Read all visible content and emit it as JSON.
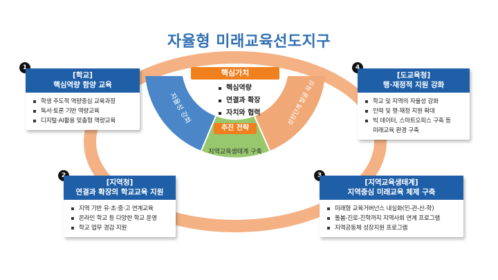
{
  "title": "자율형 미래교육선도지구",
  "center": {
    "header": "핵심가치",
    "values": [
      "핵심역량",
      "연결과 확장",
      "자치와 협력"
    ],
    "strategy_label": "추진 전략",
    "left_segment": "자율성 강화",
    "bottom_segment": "지역교육생태계 구축",
    "right_segment": "성장단계 발굴 육성"
  },
  "cards": [
    {
      "num": "1",
      "heading": "[학교]",
      "subheading": "핵심역량 함양 교육",
      "items": [
        "학생 주도적 역량중심 교육과정",
        "독서·토론 기반 역량교육",
        "디지털·AI활용 맞춤형 역량교육"
      ]
    },
    {
      "num": "2",
      "heading": "[지역청]",
      "subheading": "연결과 확장의 학교교육 지원",
      "items": [
        "지역 기반 유·초·중·고 연계교육",
        "온라인 학교 등 다양한 학교 운영",
        "학교 업무 경감 지원"
      ]
    },
    {
      "num": "3",
      "heading": "[지역교육생태계]",
      "subheading": "지역중심 미래교육 체제 구축",
      "items": [
        "미래형 교육거버넌스 내실화(민-관-산-학)",
        "돌봄-진로-진학까지 지역사회 연계 프로그램",
        "지역공동체 성장지원 프로그램"
      ]
    },
    {
      "num": "4",
      "heading": "[도교육청]",
      "subheading": "행·재정적 지원 강화",
      "items": [
        "학교 및 지역의 자율성 강화",
        "인력 및 행·재정 지원 확대",
        "빅 데이터, 스마트오피스 구축 등",
        "미래교육 환경 구축"
      ]
    }
  ],
  "colors": {
    "title": "#2f6fb1",
    "card_header": "#1f5fa8",
    "ring": "#f4b183",
    "blue": "#4a86c8",
    "green": "#98c86e",
    "orange": "#f0a877",
    "accent": "#f07f1e"
  }
}
